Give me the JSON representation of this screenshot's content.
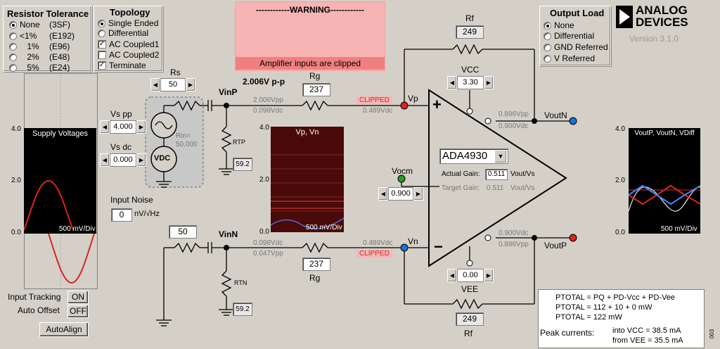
{
  "resistor_tolerance": {
    "title": "Resistor Tolerance",
    "options": [
      {
        "label": "None",
        "series": "(3SF)",
        "selected": true
      },
      {
        "label": "<1%",
        "series": "(E192)",
        "selected": false
      },
      {
        "label": "1%",
        "series": "(E96)",
        "selected": false
      },
      {
        "label": "2%",
        "series": "(E48)",
        "selected": false
      },
      {
        "label": "5%",
        "series": "(E24)",
        "selected": false
      }
    ]
  },
  "topology": {
    "title": "Topology",
    "radios": [
      {
        "label": "Single Ended",
        "selected": true
      },
      {
        "label": "Differential",
        "selected": false
      }
    ],
    "checks": [
      {
        "label": "AC Coupled1",
        "checked": true
      },
      {
        "label": "AC Coupled2",
        "checked": false
      },
      {
        "label": "Terminate",
        "checked": true
      }
    ]
  },
  "warning": {
    "title": "------------WARNING------------",
    "message": "Amplifier inputs are clipped"
  },
  "output_load": {
    "title": "Output Load",
    "options": [
      {
        "label": "None",
        "selected": true
      },
      {
        "label": "Differential",
        "selected": false
      },
      {
        "label": "GND Referred",
        "selected": false
      },
      {
        "label": "V Referred",
        "selected": false
      }
    ]
  },
  "brand": {
    "line1": "ANALOG",
    "line2": "DEVICES",
    "version": "Version 3.1.0"
  },
  "source": {
    "rs_label": "Rs",
    "rs_value": "50",
    "vspp_label": "Vs pp",
    "vspp_value": "4.000",
    "vsdc_label": "Vs dc",
    "vsdc_value": "0.000",
    "rin": "Rin=\n50.000",
    "vdc": "VDC",
    "input_noise_label": "Input Noise",
    "input_noise_value": "0",
    "input_noise_unit": "nV/√Hz",
    "rtp_label": "RTP",
    "rtp_value": "59.2",
    "rtn_label": "RTN",
    "rtn_value": "59.2",
    "rsn_value": "50"
  },
  "top_path": {
    "vinp": "VinP",
    "vpp_label": "2.006V p-p",
    "vpp_left": "2.006Vpp",
    "vdc_left": "0.098Vdc",
    "rg_label": "Rg",
    "rg_value": "237",
    "clipped": "CLIPPED",
    "vdc_right": "0.489Vdc",
    "vp": "Vp"
  },
  "bottom_path": {
    "vinn": "VinN",
    "vdc_left": "0.098Vdc",
    "vpp_left": "0.047Vpp",
    "rg_label": "Rg",
    "rg_value": "237",
    "vdc_right": "0.489Vdc",
    "clipped": "CLIPPED",
    "vn": "Vn"
  },
  "amp": {
    "part": "ADA4930",
    "actual_gain_label": "Actual Gain:",
    "actual_gain_value": "0.511",
    "gain_unit": "Vout/Vs",
    "target_gain_label": "Target Gain:",
    "target_gain_value": "0.511",
    "target_unit": "Vout/Vs",
    "vocm_label": "Vocm",
    "vocm_value": "0.900",
    "vcc_label": "VCC",
    "vcc_value": "3.30",
    "vee_label": "VEE",
    "vee_value": "0.00",
    "rf_label": "Rf",
    "rf_top": "249",
    "rf_bottom": "249",
    "voutn": "VoutN",
    "voutp": "VoutP",
    "voutn_vpp": "0.896Vpp",
    "voutn_vdc": "0.900Vdc",
    "voutp_vdc": "0.900Vdc",
    "voutp_vpp": "0.896Vpp",
    "plus": "+",
    "minus": "−"
  },
  "scope_supply": {
    "title": "Supply Voltages",
    "div": "500 mV/Div",
    "y_top": "4.0",
    "y_mid": "2.0",
    "y_bot": "0.0"
  },
  "scope_vpvn": {
    "title": "Vp, Vn",
    "div": "500 mV/Div",
    "y_top": "4.0",
    "y_mid": "2.0",
    "y_bot": "0.0"
  },
  "scope_out": {
    "title": "VoutP, VoutN, VDiff",
    "div": "500 mV/Div",
    "y_top": "4.0",
    "y_mid": "2.0",
    "y_bot": "0.0"
  },
  "controls": {
    "tracking_label": "Input Tracking",
    "tracking_value": "ON",
    "offset_label": "Auto Offset",
    "offset_value": "OFF",
    "autoalign": "AutoAlign"
  },
  "power": {
    "line1": "PTOTAL = PQ + PD-Vcc + PD-Vee",
    "line2": "PTOTAL = 112 + 10 + 0 mW",
    "line3": "PTOTAL = 122 mW",
    "peak_label": "Peak currents:",
    "peak1": "into VCC = 38.5 mA",
    "peak2": "from VEE = 35.5 mA"
  },
  "figure_id": "003",
  "colors": {
    "clip_red": "#dd2222",
    "blue_node": "#1e6fd9",
    "green_node": "#22a022",
    "warning_bg": "#f8b4b4"
  }
}
